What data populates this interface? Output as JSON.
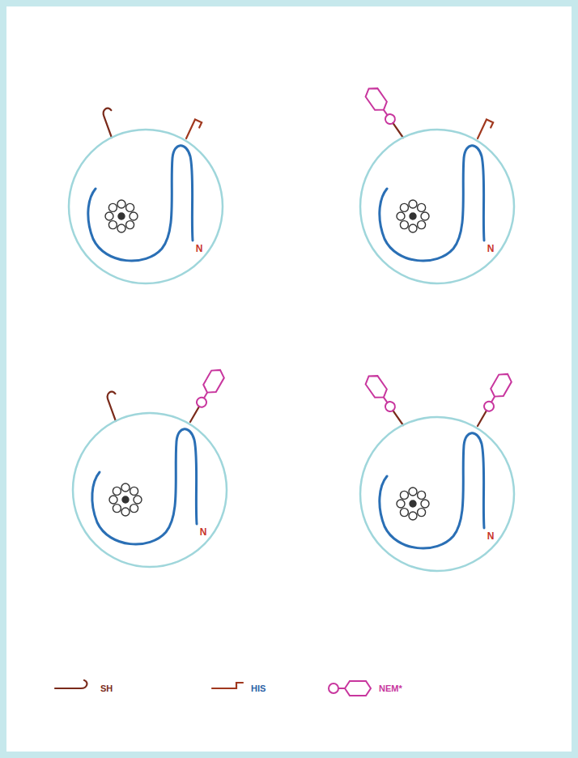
{
  "diagram": {
    "nodes": [
      {
        "text": [
          "N"
        ]
      },
      {
        "text": [
          "N"
        ]
      },
      {
        "text": [
          "N"
        ]
      },
      {
        "text": [
          "N"
        ]
      }
    ],
    "legend": [
      {
        "text": "SH"
      },
      {
        "text": "HIS"
      },
      {
        "text": "NEM*"
      }
    ]
  }
}
